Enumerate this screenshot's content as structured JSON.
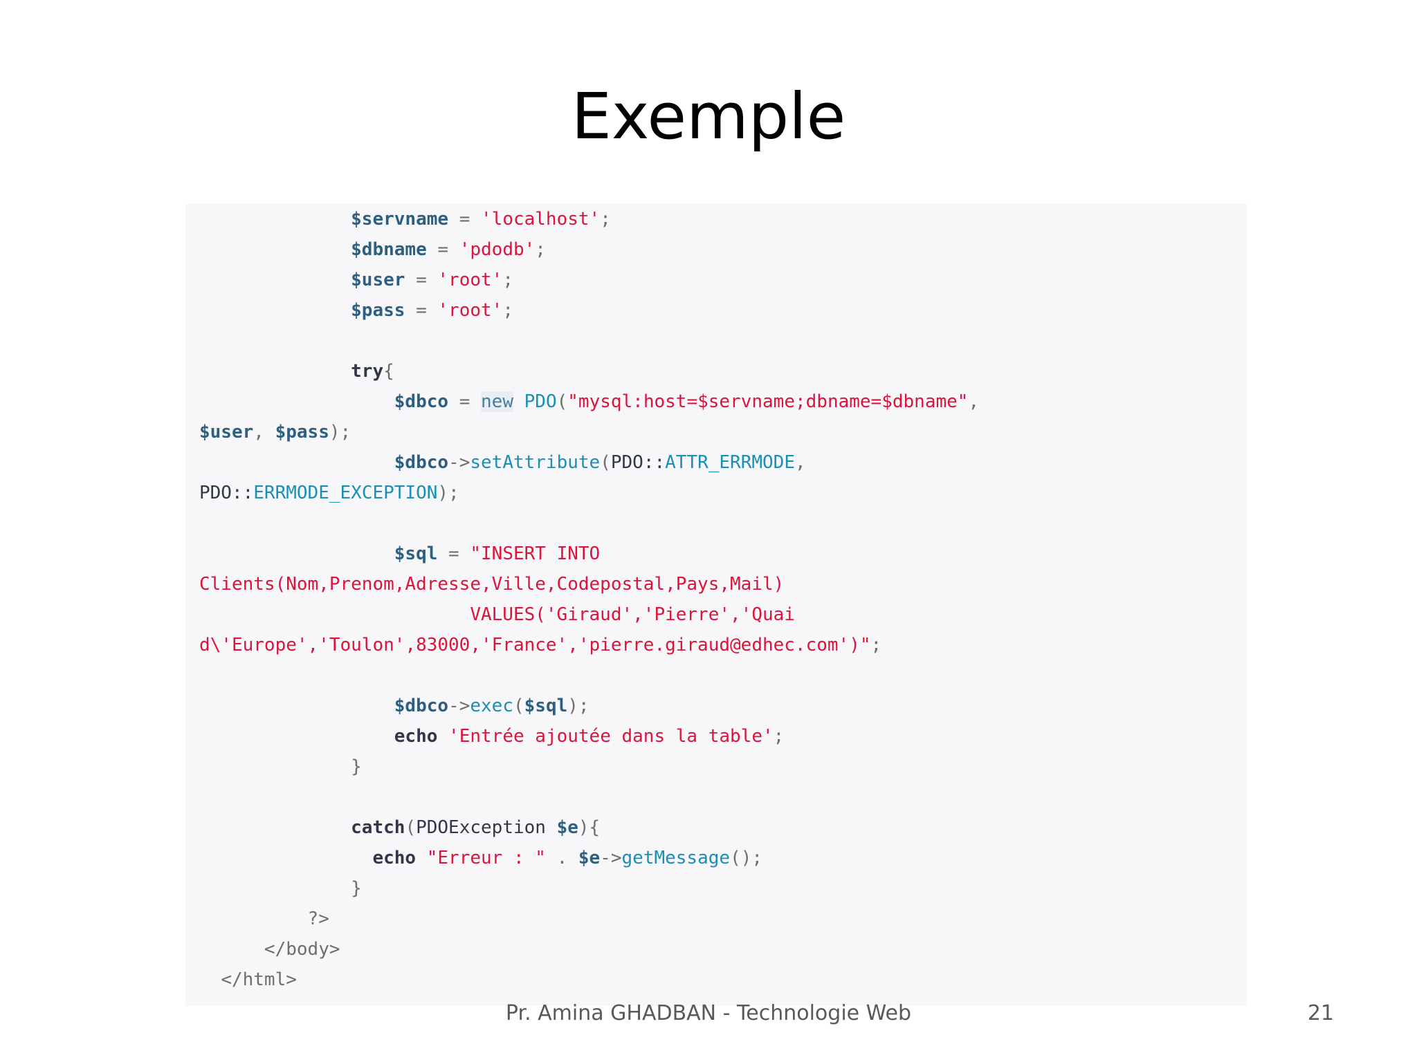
{
  "slide": {
    "title": "Exemple",
    "footer": "Pr. Amina GHADBAN - Technologie Web",
    "page_number": "21"
  },
  "code": {
    "lines": [
      [
        [
          "t",
          "              "
        ],
        [
          "v",
          "$servname"
        ],
        [
          "p",
          " = "
        ],
        [
          "s",
          "'localhost'"
        ],
        [
          "p",
          ";"
        ]
      ],
      [
        [
          "t",
          "              "
        ],
        [
          "v",
          "$dbname"
        ],
        [
          "p",
          " = "
        ],
        [
          "s",
          "'pdodb'"
        ],
        [
          "p",
          ";"
        ]
      ],
      [
        [
          "t",
          "              "
        ],
        [
          "v",
          "$user"
        ],
        [
          "p",
          " = "
        ],
        [
          "s",
          "'root'"
        ],
        [
          "p",
          ";"
        ]
      ],
      [
        [
          "t",
          "              "
        ],
        [
          "v",
          "$pass"
        ],
        [
          "p",
          " = "
        ],
        [
          "s",
          "'root'"
        ],
        [
          "p",
          ";"
        ]
      ],
      [
        [
          "t",
          ""
        ]
      ],
      [
        [
          "t",
          "              "
        ],
        [
          "k",
          "try"
        ],
        [
          "p",
          "{"
        ]
      ],
      [
        [
          "t",
          "                  "
        ],
        [
          "v",
          "$dbco"
        ],
        [
          "p",
          " = "
        ],
        [
          "n",
          "new"
        ],
        [
          "t",
          " "
        ],
        [
          "f",
          "PDO"
        ],
        [
          "p",
          "("
        ],
        [
          "s",
          "\"mysql:host=$servname;dbname=$dbname\""
        ],
        [
          "p",
          ","
        ]
      ],
      [
        [
          "v",
          "$user"
        ],
        [
          "p",
          ", "
        ],
        [
          "v",
          "$pass"
        ],
        [
          "p",
          ");"
        ]
      ],
      [
        [
          "t",
          "                  "
        ],
        [
          "v",
          "$dbco"
        ],
        [
          "p",
          "->"
        ],
        [
          "f",
          "setAttribute"
        ],
        [
          "p",
          "("
        ],
        [
          "t",
          "PDO::"
        ],
        [
          "f",
          "ATTR_ERRMODE"
        ],
        [
          "p",
          ","
        ]
      ],
      [
        [
          "t",
          "PDO::"
        ],
        [
          "f",
          "ERRMODE_EXCEPTION"
        ],
        [
          "p",
          ");"
        ]
      ],
      [
        [
          "t",
          ""
        ]
      ],
      [
        [
          "t",
          "                  "
        ],
        [
          "v",
          "$sql"
        ],
        [
          "p",
          " = "
        ],
        [
          "s",
          "\"INSERT INTO"
        ]
      ],
      [
        [
          "s",
          "Clients(Nom,Prenom,Adresse,Ville,Codepostal,Pays,Mail)"
        ]
      ],
      [
        [
          "s",
          "                         VALUES('Giraud','Pierre','Quai"
        ]
      ],
      [
        [
          "s",
          "d\\'Europe','Toulon',83000,'France','pierre.giraud@edhec.com')\""
        ],
        [
          "p",
          ";"
        ]
      ],
      [
        [
          "t",
          ""
        ]
      ],
      [
        [
          "t",
          "                  "
        ],
        [
          "v",
          "$dbco"
        ],
        [
          "p",
          "->"
        ],
        [
          "f",
          "exec"
        ],
        [
          "p",
          "("
        ],
        [
          "v",
          "$sql"
        ],
        [
          "p",
          ");"
        ]
      ],
      [
        [
          "t",
          "                  "
        ],
        [
          "k",
          "echo"
        ],
        [
          "t",
          " "
        ],
        [
          "s",
          "'Entrée ajoutée dans la table'"
        ],
        [
          "p",
          ";"
        ]
      ],
      [
        [
          "t",
          "              "
        ],
        [
          "p",
          "}"
        ]
      ],
      [
        [
          "t",
          ""
        ]
      ],
      [
        [
          "t",
          "              "
        ],
        [
          "k",
          "catch"
        ],
        [
          "p",
          "("
        ],
        [
          "t",
          "PDOException "
        ],
        [
          "v",
          "$e"
        ],
        [
          "p",
          "){"
        ]
      ],
      [
        [
          "t",
          "                "
        ],
        [
          "k",
          "echo"
        ],
        [
          "t",
          " "
        ],
        [
          "s",
          "\"Erreur : \""
        ],
        [
          "p",
          " . "
        ],
        [
          "v",
          "$e"
        ],
        [
          "p",
          "->"
        ],
        [
          "f",
          "getMessage"
        ],
        [
          "p",
          "();"
        ]
      ],
      [
        [
          "t",
          "              "
        ],
        [
          "p",
          "}"
        ]
      ],
      [
        [
          "t",
          "          "
        ],
        [
          "p",
          "?>"
        ]
      ],
      [
        [
          "t",
          "      "
        ],
        [
          "p",
          "</body>"
        ]
      ],
      [
        [
          "t",
          "  "
        ],
        [
          "p",
          "</html>"
        ]
      ]
    ]
  }
}
